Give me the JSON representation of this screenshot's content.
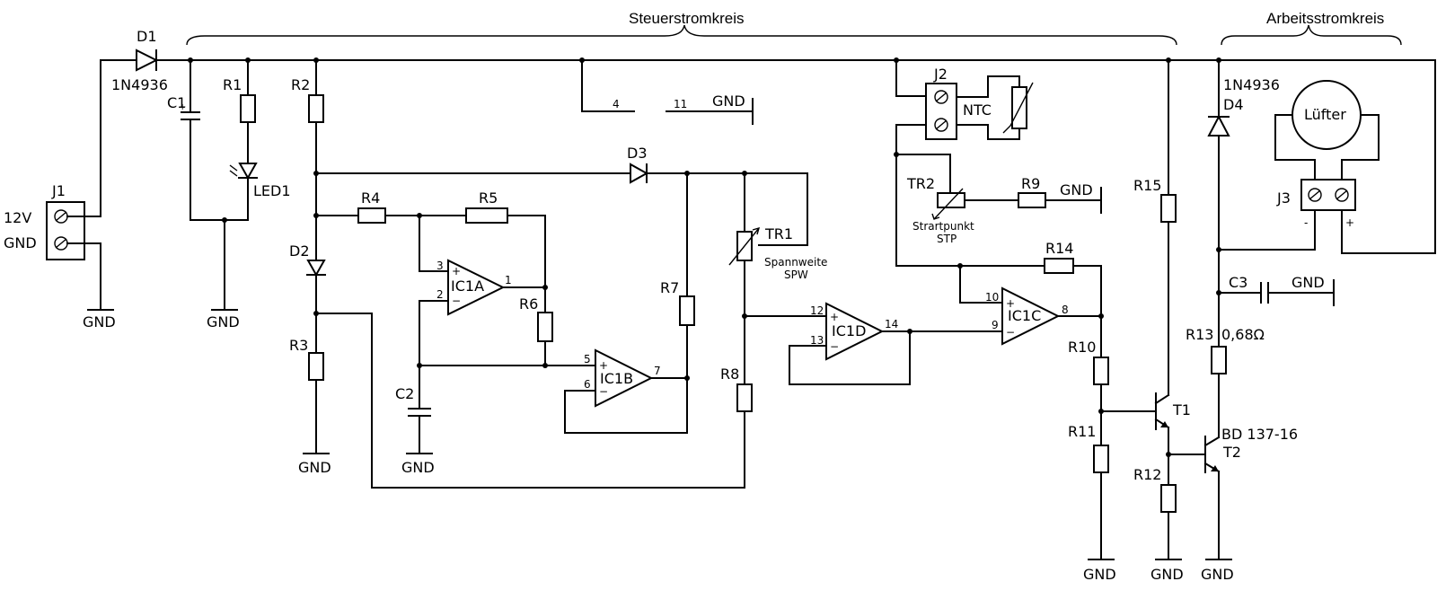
{
  "headers": {
    "control": "Steuerstromkreis",
    "load": "Arbeitsstromkreis"
  },
  "connectors": {
    "j1": {
      "ref": "J1",
      "pin1": "12V",
      "pin2": "GND"
    },
    "j2": {
      "ref": "J2",
      "sensor": "NTC"
    },
    "j3": {
      "ref": "J3",
      "minus": "-",
      "plus": "+"
    }
  },
  "diodes": {
    "d1": {
      "ref": "D1",
      "part": "1N4936"
    },
    "d2": {
      "ref": "D2"
    },
    "d3": {
      "ref": "D3"
    },
    "d4": {
      "ref": "D4",
      "part": "1N4936"
    },
    "led1": {
      "ref": "LED1"
    }
  },
  "capacitors": {
    "c1": "C1",
    "c2": "C2",
    "c3": "C3"
  },
  "resistors": {
    "r1": "R1",
    "r2": "R2",
    "r3": "R3",
    "r4": "R4",
    "r5": "R5",
    "r6": "R6",
    "r7": "R7",
    "r8": "R8",
    "r9": "R9",
    "r10": "R10",
    "r11": "R11",
    "r12": "R12",
    "r13": "R13",
    "r13_value": "0,68Ω",
    "r14": "R14",
    "r15": "R15"
  },
  "pots": {
    "tr1": {
      "ref": "TR1",
      "name": "Spannweite",
      "abbr": "SPW"
    },
    "tr2": {
      "ref": "TR2",
      "name": "Strartpunkt",
      "abbr": "STP"
    }
  },
  "opamps": {
    "ic1a": {
      "ref": "IC1A",
      "in_plus": "3",
      "in_minus": "2",
      "out": "1"
    },
    "ic1b": {
      "ref": "IC1B",
      "in_plus": "5",
      "in_minus": "6",
      "out": "7"
    },
    "ic1c": {
      "ref": "IC1C",
      "in_plus": "10",
      "in_minus": "9",
      "out": "8"
    },
    "ic1d": {
      "ref": "IC1D",
      "in_plus": "12",
      "in_minus": "13",
      "out": "14"
    },
    "supply_pin_pos": "4",
    "supply_pin_neg": "11"
  },
  "transistors": {
    "t1": "T1",
    "t2": "T2",
    "t2_part": "BD 137-16"
  },
  "fan": {
    "label": "Lüfter"
  },
  "gnd": "GND"
}
